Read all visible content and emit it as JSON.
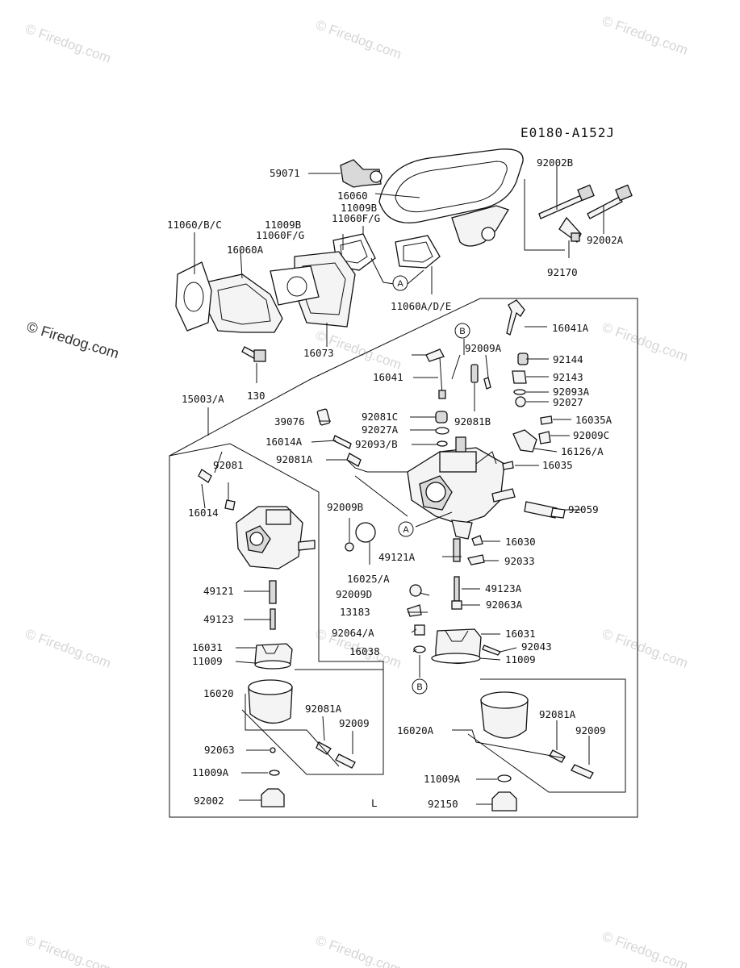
{
  "diagram_code": "E0180-A152J",
  "watermark": "© Firedog.com",
  "watermark_side": "© Firedog.com",
  "variant_mark": "L",
  "ref_markers": {
    "a": "A",
    "b": "B"
  },
  "parts": {
    "p59071": "59071",
    "p16060": "16060",
    "p92002B": "92002B",
    "p92002A": "92002A",
    "p92170": "92170",
    "p11009B": "11009B",
    "p11060FG": "11060F/G",
    "p11009B_2": "11009B",
    "p11060FG_2": "11060F/G",
    "p11060BC": "11060/B/C",
    "p16060A": "16060A",
    "p16073": "16073",
    "p130": "130",
    "p11060ADE": "11060A/D/E",
    "p16041A": "16041A",
    "p92009A": "92009A",
    "p92144": "92144",
    "p16041": "16041",
    "p92143": "92143",
    "p92093A": "92093A",
    "p92027": "92027",
    "p15003A": "15003/A",
    "p92081C": "92081C",
    "p92081B": "92081B",
    "p16035A": "16035A",
    "p39076": "39076",
    "p92027A": "92027A",
    "p92009C": "92009C",
    "p16014A": "16014A",
    "p92093B": "92093/B",
    "p16126A": "16126/A",
    "p92081A_top": "92081A",
    "p16035": "16035",
    "p92081": "92081",
    "p16014": "16014",
    "p92059": "92059",
    "p92009B": "92009B",
    "p16030": "16030",
    "p49121A": "49121A",
    "p92033": "92033",
    "p16025A": "16025/A",
    "p49121": "49121",
    "p49123A": "49123A",
    "p92009D": "92009D",
    "p92063A": "92063A",
    "p49123": "49123",
    "p13183": "13183",
    "p92064A": "92064/A",
    "p16031_l": "16031",
    "p16031_r": "16031",
    "p92043": "92043",
    "p11009_l": "11009",
    "p16038": "16038",
    "p11009_r": "11009",
    "p16020": "16020",
    "p92081A_l": "92081A",
    "p92009_l": "92009",
    "p92063": "92063",
    "p16020A": "16020A",
    "p92081A_r": "92081A",
    "p92009_r": "92009",
    "p11009A_l": "11009A",
    "p11009A_r": "11009A",
    "p92002": "92002",
    "p92150": "92150"
  }
}
